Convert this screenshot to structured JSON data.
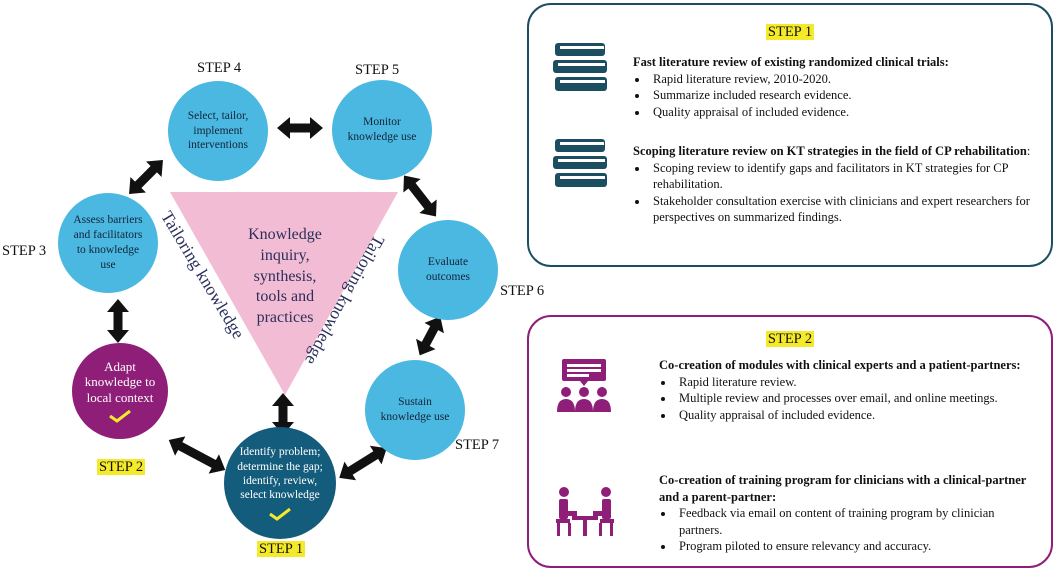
{
  "cycle": {
    "center_text": [
      "Knowledge",
      "inquiry,",
      "synthesis,",
      "tools and",
      "practices"
    ],
    "tailoring_text": "Tailoring knowledge",
    "steps": {
      "step1": {
        "label": "STEP 1",
        "text": [
          "Identify problem;",
          "determine the gap;",
          "identify, review,",
          "select knowledge"
        ]
      },
      "step2": {
        "label": "STEP 2",
        "text": [
          "Adapt",
          "knowledge to",
          "local context"
        ]
      },
      "step3": {
        "label": "STEP 3",
        "text": [
          "Assess barriers",
          "and facilitators",
          "to knowledge",
          "use"
        ]
      },
      "step4": {
        "label": "STEP 4",
        "text": [
          "Select, tailor,",
          "implement",
          "interventions"
        ]
      },
      "step5": {
        "label": "STEP 5",
        "text": [
          "Monitor",
          "knowledge use"
        ]
      },
      "step6": {
        "label": "STEP 6",
        "text": [
          "Evaluate",
          "outcomes"
        ]
      },
      "step7": {
        "label": "STEP 7",
        "text": [
          "Sustain",
          "knowledge use"
        ]
      }
    }
  },
  "panel1": {
    "title": "STEP 1",
    "blocks": [
      {
        "heading": "Fast literature review of existing randomized clinical trials:",
        "items": [
          "Rapid literature review, 2010-2020.",
          "Summarize included research evidence.",
          "Quality appraisal of included evidence."
        ]
      },
      {
        "heading": "Scoping literature review on KT strategies in the field of CP rehabilitation",
        "heading_suffix": ":",
        "items": [
          "Scoping review to identify gaps and facilitators in KT strategies for CP rehabilitation.",
          "Stakeholder consultation exercise with clinicians and expert researchers for perspectives on summarized findings."
        ]
      }
    ]
  },
  "panel2": {
    "title": "STEP 2",
    "blocks": [
      {
        "heading": "Co-creation of modules with clinical experts and a patient-partners:",
        "items": [
          "Rapid literature review.",
          "Multiple review and processes over email, and online meetings.",
          "Quality appraisal of included evidence."
        ]
      },
      {
        "heading": "Co-creation of training program for clinicians with a clinical-partner and a parent-partner:",
        "items": [
          "Feedback via email on content of training program by clinician partners.",
          "Program piloted to ensure relevancy and accuracy."
        ]
      }
    ]
  },
  "icons": {
    "books": "books-icon",
    "meeting": "meeting-icon",
    "partners": "partners-icon",
    "check": "check-icon"
  },
  "colors": {
    "blue_circle": "#4ab8e0",
    "purple": "#8e1e78",
    "navy": "#135c7c",
    "triangle": "#f2bcd4",
    "highlight": "#f5ea2a",
    "panel1_border": "#1c4e62"
  }
}
